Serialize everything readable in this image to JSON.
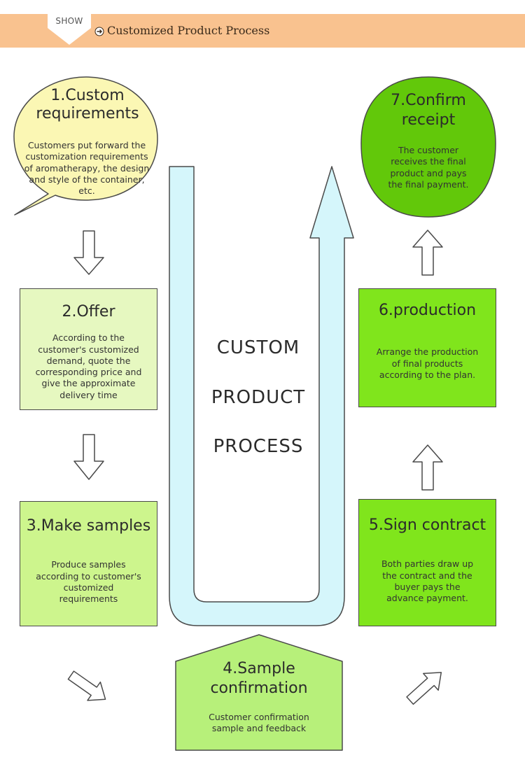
{
  "header": {
    "tab_label": "SHOW",
    "title": "Customized Product Process"
  },
  "steps": [
    {
      "title": "1.Custom requirements",
      "desc": "Customers put forward the customization requirements of aromatherapy,  the design and style of the container, etc."
    },
    {
      "title": "2.Offer",
      "desc": "According to the customer's customized demand, quote the corresponding price and give the approximate delivery time"
    },
    {
      "title": "3.Make samples",
      "desc": "Produce samples according to customer's customized requirements"
    },
    {
      "title": "4.Sample confirmation",
      "desc": "Customer confirmation sample and feedback"
    },
    {
      "title": "5.Sign contract",
      "desc": "Both parties draw up the contract and the buyer pays the advance payment."
    },
    {
      "title": "6.production",
      "desc": "Arrange the production of final products according to the plan."
    },
    {
      "title": "7.Confirm receipt",
      "desc": "The customer receives the final product and pays the final payment."
    }
  ],
  "center": {
    "line1": "CUSTOM",
    "line2": "PRODUCT",
    "line3": "PROCESS"
  },
  "colors": {
    "header_bg": "#f9c28f",
    "step1": "#fbf7b4",
    "step2": "#e6f8c0",
    "step3": "#cdf58d",
    "step4": "#b7f07a",
    "step5": "#80e51c",
    "step6": "#80e51c",
    "step7": "#62c80a",
    "u_arrow": "#d5f6fb"
  }
}
